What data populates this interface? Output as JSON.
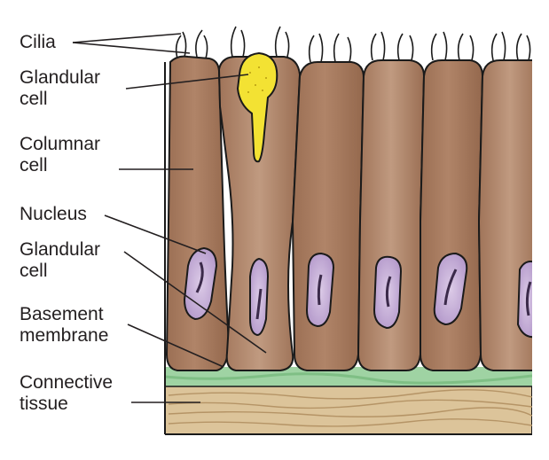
{
  "labels": {
    "cilia": "Cilia",
    "glandular_top": [
      "Glandular",
      "cell"
    ],
    "columnar": [
      "Columnar",
      "cell"
    ],
    "nucleus": "Nucleus",
    "glandular_bottom": [
      "Glandular",
      "cell"
    ],
    "basement": [
      "Basement",
      "membrane"
    ],
    "connective": [
      "Connective",
      "tissue"
    ]
  },
  "colors": {
    "cell_fill": "#a5795d",
    "cell_outline": "#1a1a1a",
    "nucleus_fill": "#c7b1d6",
    "nucleus_edge": "#9a7bb5",
    "mucus": "#f3e233",
    "basement_membrane": "#9fd3a3",
    "connective_tissue": "#dcc49a",
    "text": "#231f20"
  }
}
